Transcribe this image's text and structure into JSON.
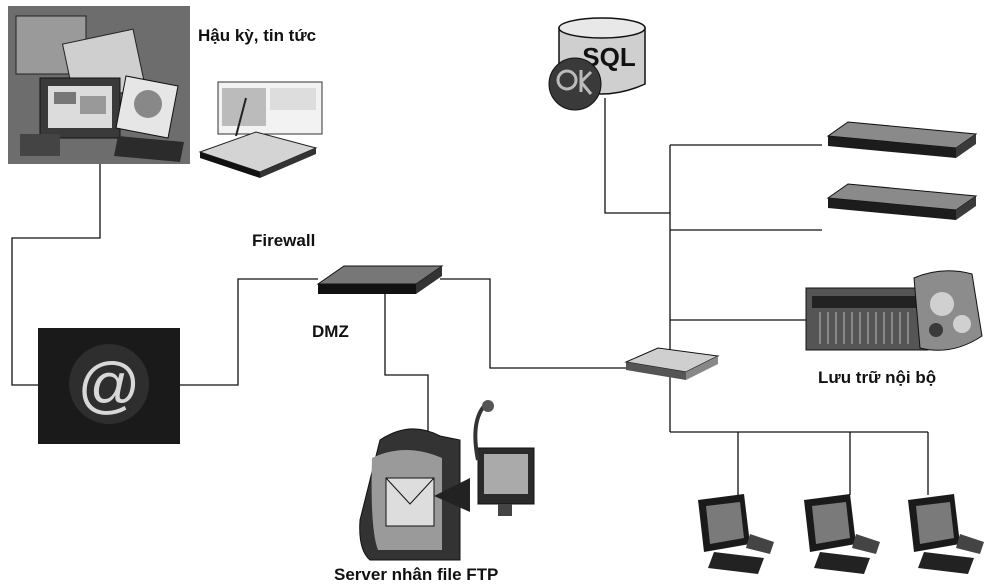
{
  "labels": {
    "post_production": "Hậu kỳ, tin tức",
    "firewall": "Firewall",
    "dmz": "DMZ",
    "storage": "Lưu trữ nội bộ",
    "ftp_server": "Server nhân file FTP",
    "sql_text": "SQL"
  },
  "icons": {
    "post_production": "workstation-collage-icon",
    "scanner": "scanner-icon",
    "mail": "mail-server-icon",
    "firewall": "firewall-icon",
    "ftp_server": "ftp-server-icon",
    "sql": "sql-database-icon",
    "switch": "network-switch-icon",
    "server": "rack-server-icon",
    "storage": "storage-array-icon",
    "workstation": "workstation-icon"
  },
  "colors": {
    "line": "#111111",
    "device_dark": "#1a1a1a"
  }
}
